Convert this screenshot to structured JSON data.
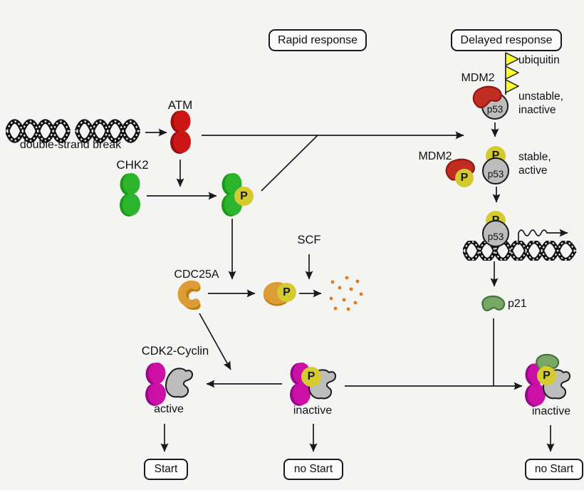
{
  "headers": {
    "rapid": "Rapid response",
    "delayed": "Delayed response"
  },
  "rapid_pathway": {
    "dsb": "double-strand break",
    "atm": "ATM",
    "chk2": "CHK2",
    "cdc25a": "CDC25A",
    "scf": "SCF",
    "cdk2_cyclin": "CDK2-Cyclin",
    "active": "active",
    "inactive": "inactive"
  },
  "delayed_pathway": {
    "mdm2": "MDM2",
    "ubiquitin": "ubiquitin",
    "p53": "p53",
    "p21": "p21",
    "unstable_line1": "unstable,",
    "unstable_line2": "inactive",
    "stable_line1": "stable,",
    "stable_line2": "active"
  },
  "phospho": "P",
  "outcomes": {
    "start": "Start",
    "no_start": "no Start"
  },
  "colors": {
    "background": "#f4f4f2",
    "atm_mdm2_red": "#cc1616",
    "chk2_green": "#2cb52c",
    "phospho_yellow": "#d5cb31",
    "cdc25a_orange": "#dd9c35",
    "cyclin_magenta": "#cc10a6",
    "cdk2_p53_gray": "#bdbdbd",
    "p21_green": "#76a963",
    "ubiquitin_yellow": "#fcfc2e",
    "degradation_dots": "#e0791c",
    "line_black": "#1a1a1a"
  }
}
